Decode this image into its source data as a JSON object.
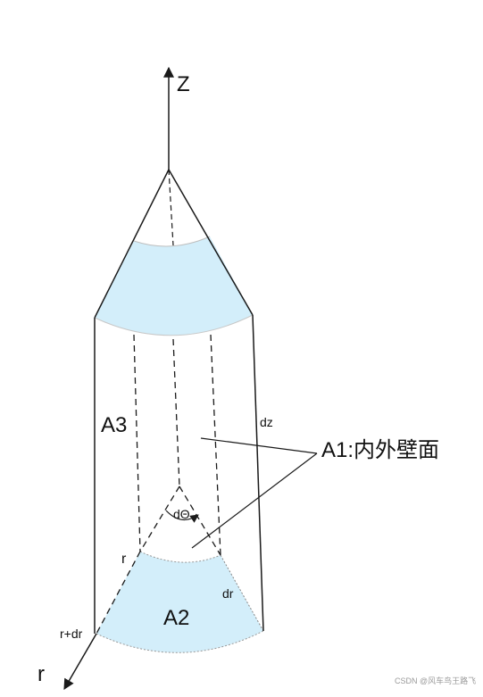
{
  "labels": {
    "z_axis": "Z",
    "r_axis": "r",
    "a3": "A3",
    "dz": "dz",
    "a1": "A1:内外壁面",
    "dtheta": "dΘ",
    "r_inner": "r",
    "dr": "dr",
    "r_outer": "r+dr",
    "a2": "A2"
  },
  "watermark": "CSDN @风车鸟王路飞",
  "colors": {
    "face_fill": "#d3eefa",
    "stroke": "#111111",
    "dotted_edge": "#666666",
    "watermark": "#9a9a9a"
  }
}
